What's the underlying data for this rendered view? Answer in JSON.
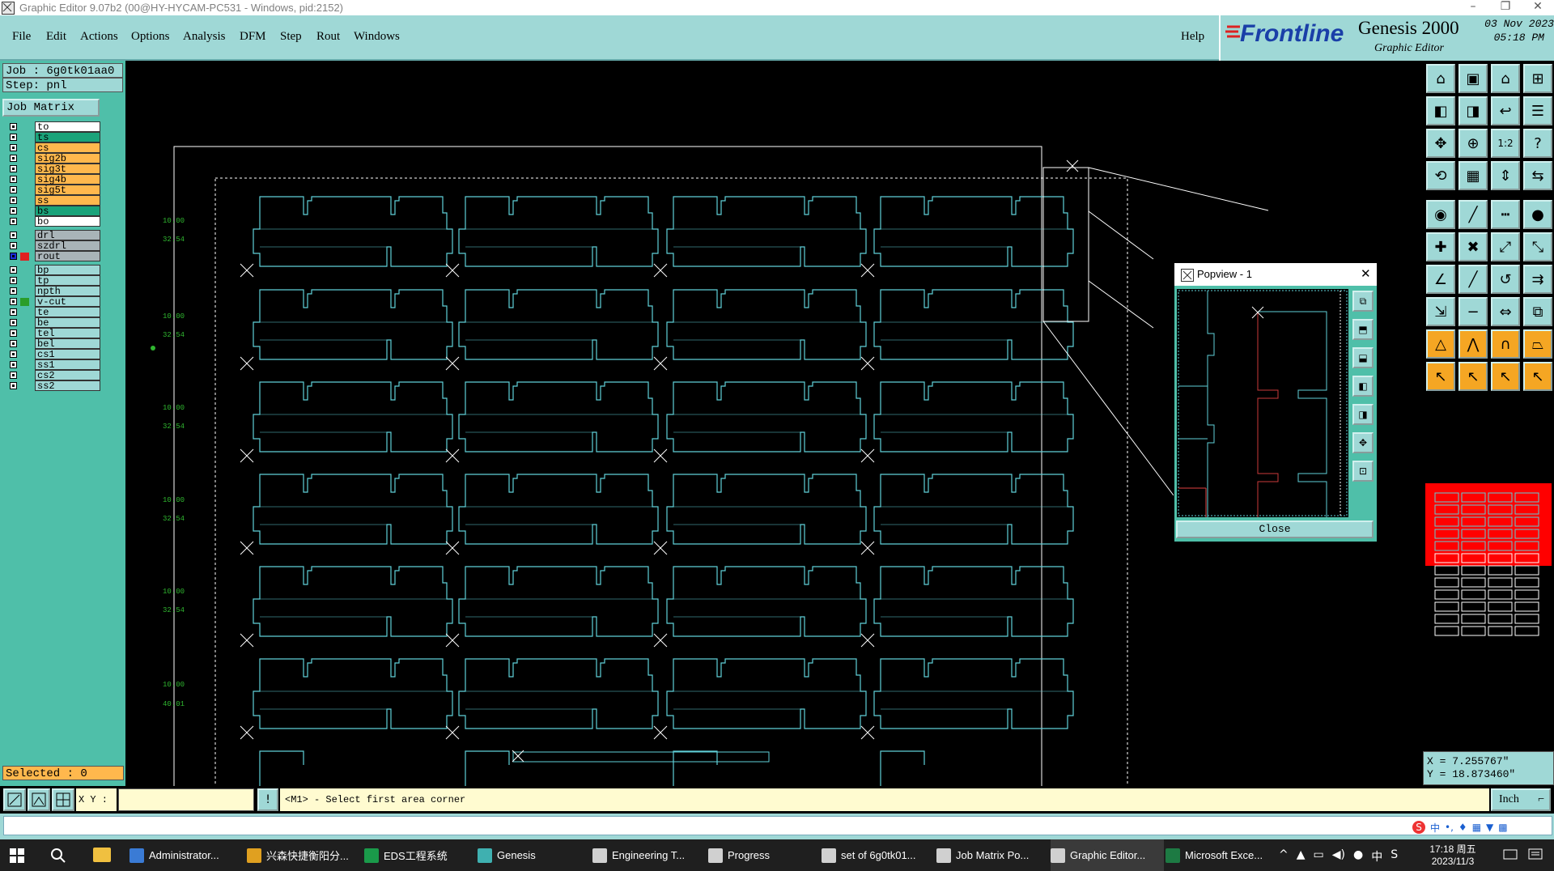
{
  "window": {
    "title": "Graphic Editor 9.07b2 (00@HY-HYCAM-PC531 - Windows, pid:2152)",
    "controls": [
      "–",
      "❐",
      "✕"
    ]
  },
  "menu": {
    "items": [
      "File",
      "Edit",
      "Actions",
      "Options",
      "Analysis",
      "DFM",
      "Step",
      "Rout",
      "Windows"
    ],
    "help": "Help"
  },
  "branding": {
    "company": "Frontline",
    "product": "Genesis 2000",
    "subtitle": "Graphic Editor",
    "date": "03 Nov 2023",
    "time": "05:18 PM"
  },
  "job": {
    "job_label": "Job : 6g0tk01aa0",
    "step_label": "Step: pnl",
    "matrix_button": "Job Matrix ..."
  },
  "layers": [
    {
      "name": "to",
      "color": "#ffffff",
      "group": 1
    },
    {
      "name": "ts",
      "color": "#1aa37a",
      "group": 1
    },
    {
      "name": "cs",
      "color": "#ffb84d",
      "group": 1
    },
    {
      "name": "sig2b",
      "color": "#ffb84d",
      "group": 1
    },
    {
      "name": "sig3t",
      "color": "#ffb84d",
      "group": 1
    },
    {
      "name": "sig4b",
      "color": "#ffb84d",
      "group": 1
    },
    {
      "name": "sig5t",
      "color": "#ffb84d",
      "group": 1
    },
    {
      "name": "ss",
      "color": "#ffb84d",
      "group": 1
    },
    {
      "name": "bs",
      "color": "#1aa37a",
      "group": 1
    },
    {
      "name": "bo",
      "color": "#ffffff",
      "group": 1
    },
    {
      "name": "drl",
      "color": "#a9b4b8",
      "group": 2
    },
    {
      "name": "szdrl",
      "color": "#a9b4b8",
      "group": 2
    },
    {
      "name": "rout",
      "color": "#a9b4b8",
      "group": 2,
      "active": true
    },
    {
      "name": "bp",
      "color": "#9fd8d6",
      "group": 3
    },
    {
      "name": "tp",
      "color": "#9fd8d6",
      "group": 3
    },
    {
      "name": "npth",
      "color": "#9fd8d6",
      "group": 3
    },
    {
      "name": "v-cut",
      "color": "#9fd8d6",
      "group": 3,
      "marker": "#2a9d2a"
    },
    {
      "name": "te",
      "color": "#9fd8d6",
      "group": 3
    },
    {
      "name": "be",
      "color": "#9fd8d6",
      "group": 3
    },
    {
      "name": "tel",
      "color": "#9fd8d6",
      "group": 3
    },
    {
      "name": "bel",
      "color": "#9fd8d6",
      "group": 3
    },
    {
      "name": "cs1",
      "color": "#9fd8d6",
      "group": 3
    },
    {
      "name": "ss1",
      "color": "#9fd8d6",
      "group": 3
    },
    {
      "name": "cs2",
      "color": "#9fd8d6",
      "group": 3
    },
    {
      "name": "ss2",
      "color": "#9fd8d6",
      "group": 3
    }
  ],
  "status": {
    "selected": "Selected : 0",
    "xy_label": "X Y :",
    "xy_value": "",
    "prompt": "<M1> - Select first area corner",
    "units": "Inch",
    "coord_x": "X = 7.255767\"",
    "coord_y": "Y = 18.873460\""
  },
  "dim_labels": [
    "10.00",
    "32.54",
    "10.00",
    "32.54",
    "10.00",
    "32.54",
    "10.00",
    "32.54",
    "10.00",
    "32.54",
    "10.00",
    "40.01"
  ],
  "popview": {
    "title": "Popview - 1",
    "close": "Close"
  },
  "taskbar": {
    "items": [
      {
        "label": "Administrator...",
        "icon_color": "#3a7bd5"
      },
      {
        "label": "兴森快捷衡阳分...",
        "icon_color": "#e0a020"
      },
      {
        "label": "EDS工程系统",
        "icon_color": "#1a9a4a"
      },
      {
        "label": "Genesis",
        "icon_color": "#3fb0b0"
      },
      {
        "label": "Engineering T...",
        "icon_color": "#d0d0d0"
      },
      {
        "label": "Progress",
        "icon_color": "#d0d0d0"
      },
      {
        "label": "set of 6g0tk01...",
        "icon_color": "#d0d0d0"
      },
      {
        "label": "Job Matrix Po...",
        "icon_color": "#d0d0d0"
      },
      {
        "label": "Graphic Editor...",
        "icon_color": "#d0d0d0"
      },
      {
        "label": "Microsoft Exce...",
        "icon_color": "#1d7a43"
      }
    ],
    "clock_time": "17:18 周五",
    "clock_date": "2023/11/3",
    "ime": "中"
  },
  "colors": {
    "panel_cyan": "#9fd8d6",
    "panel_teal": "#4fbfa9",
    "board_outline": "#ffffff",
    "profile": "#5fd0d8",
    "dim_green": "#2fb52f"
  }
}
